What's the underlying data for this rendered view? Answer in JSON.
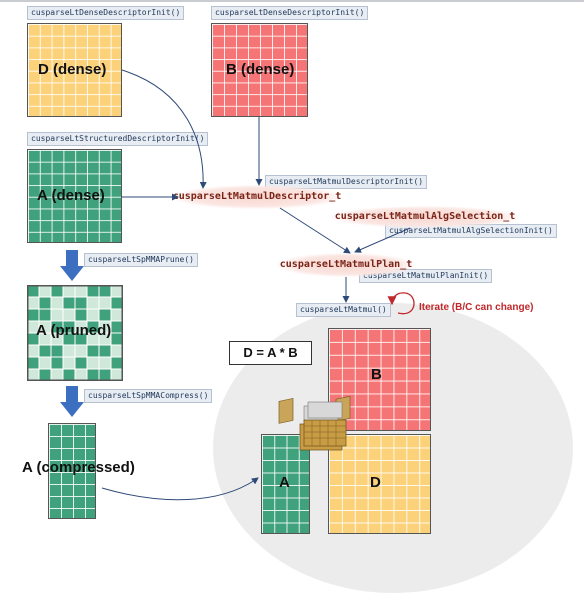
{
  "top_labels": {
    "d_init": "cusparseLtDenseDescriptorInit()",
    "b_init": "cusparseLtDenseDescriptorInit()",
    "a_structured": "cusparseLtStructuredDescriptorInit()",
    "matmul_desc_init": "cusparseLtMatmulDescriptorInit()",
    "alg_sel_init": "cusparseLtMatmulAlgSelectionInit()",
    "plan_init": "cusparseLtMatmulPlanInit()",
    "prune": "cusparseLtSpMMAPrune()",
    "compress": "cusparseLtSpMMACompress()",
    "matmul": "cusparseLtMatmul()"
  },
  "ovals": {
    "matmul_descriptor": "cusparseLtMatmulDescriptor_t",
    "alg_selection": "cusparseLtMatmulAlgSelection_t",
    "plan": "cusparseLtMatmulPlan_t"
  },
  "matrices": {
    "d_dense": "D (dense)",
    "b_dense": "B (dense)",
    "a_dense": "A (dense)",
    "a_pruned": "A (pruned)",
    "a_compressed": "A (compressed)",
    "b_result": "B",
    "a_result": "A",
    "d_result": "D"
  },
  "equation": "D = A * B",
  "iterate_label": "Iterate (B/C can change)",
  "colors": {
    "yellow": "#fbd27a",
    "red": "#f57475",
    "green": "#3fa27d",
    "light_green": "#b8ddc9",
    "arrow_blue": "#3c6fbf",
    "iterate_red": "#c0282b"
  }
}
